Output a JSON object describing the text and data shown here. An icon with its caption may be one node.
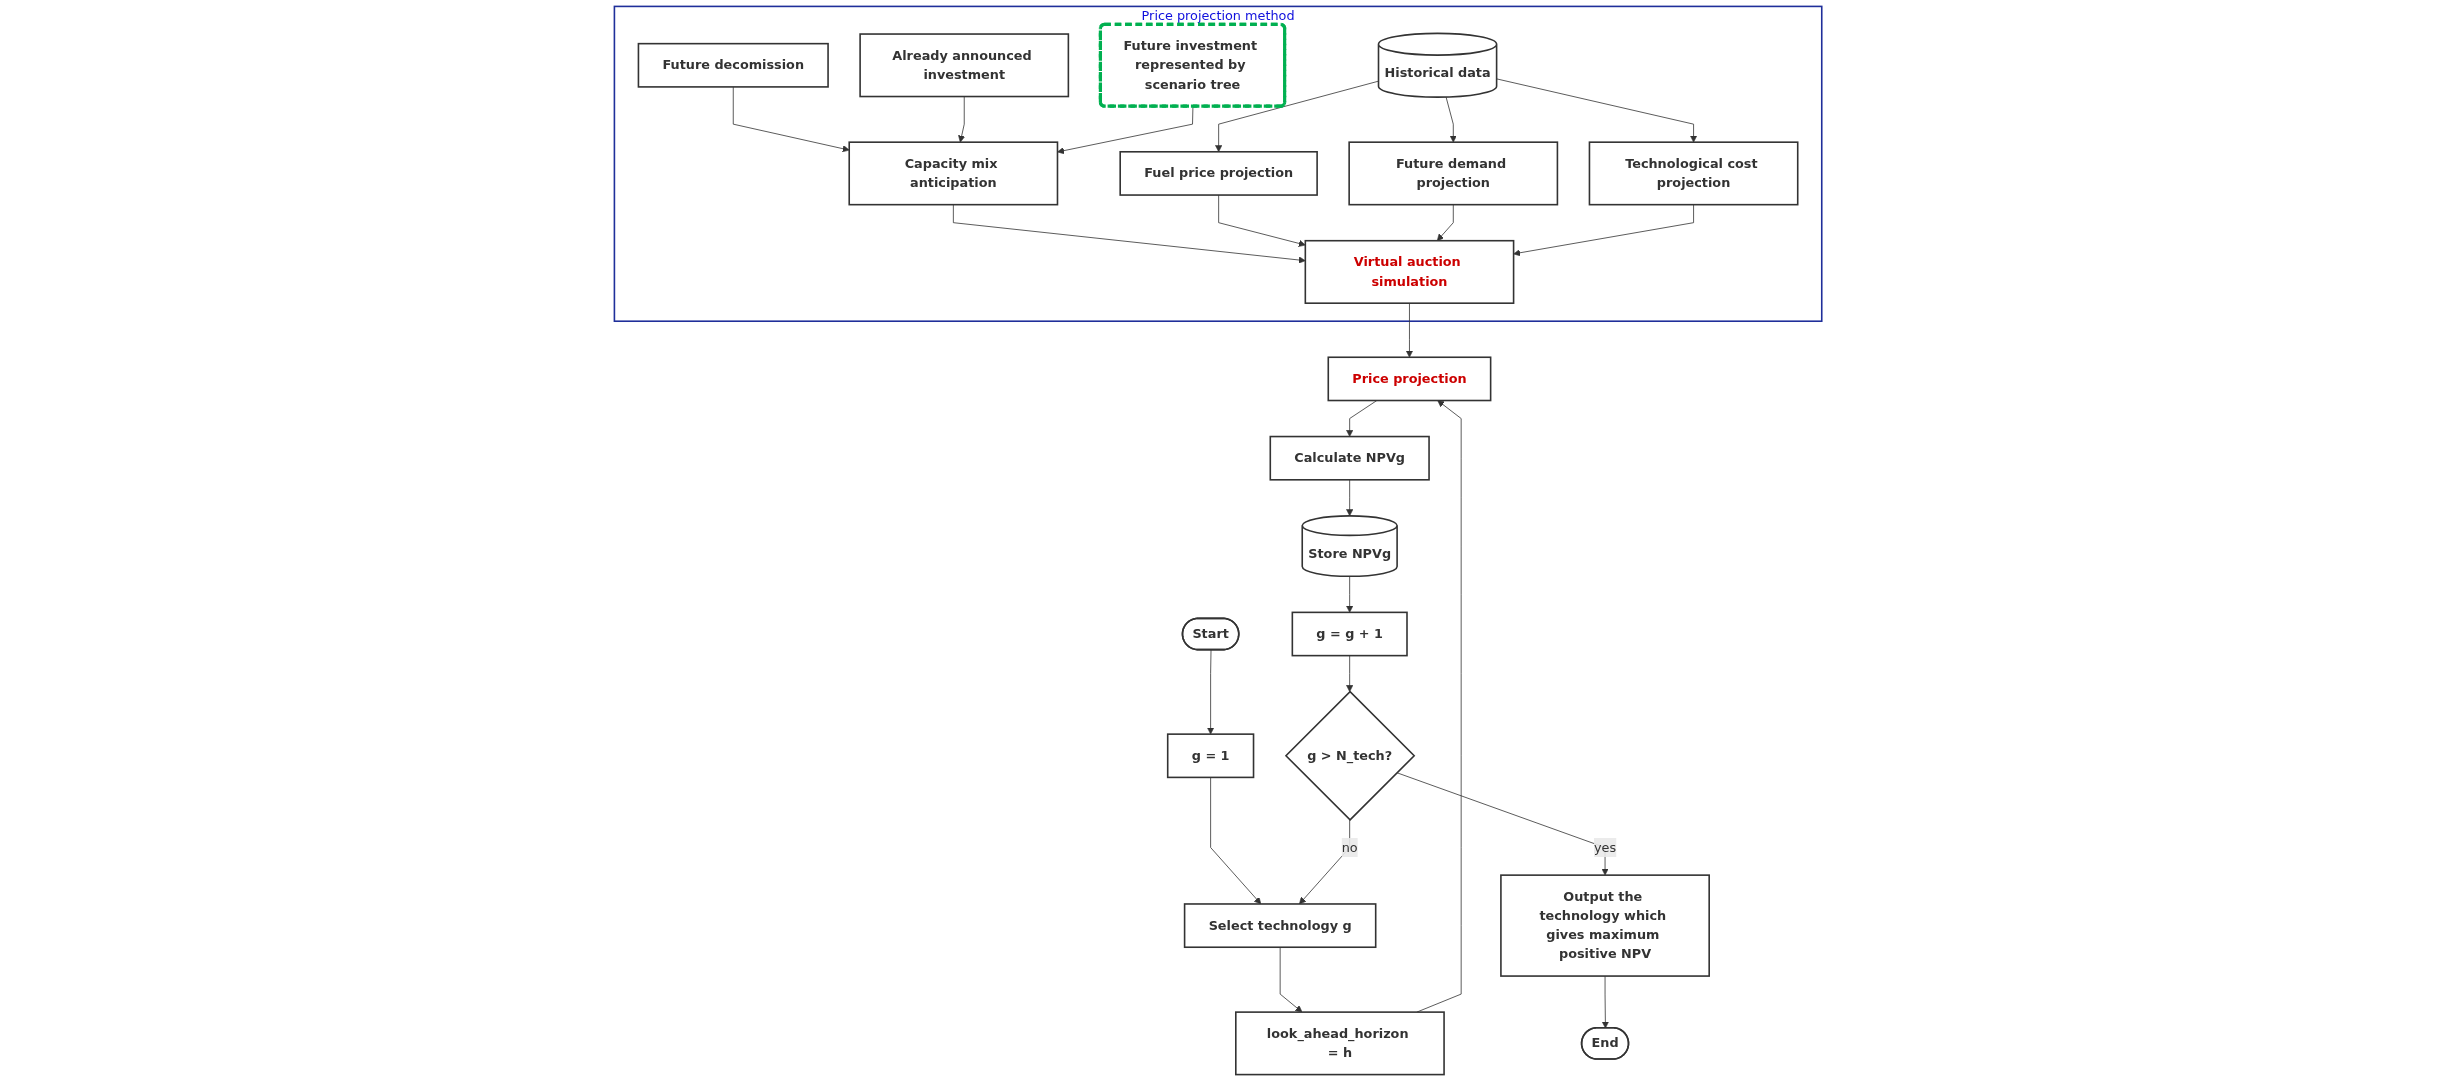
{
  "diagram": {
    "nodes": [
      {
        "text": [
          "Price projection method"
        ]
      },
      {
        "text": [
          "Future decomission"
        ],
        "in": 0
      },
      {
        "text": [
          "Already announced investment"
        ],
        "in": 0
      },
      {
        "text": [
          "Future investment represented by scenario tree"
        ],
        "in": 0
      },
      {
        "text": [
          "Capacity mix anticipation"
        ],
        "in": 0
      },
      {
        "text": [
          "Historical data"
        ],
        "in": 0
      },
      {
        "text": [
          "Fuel price projection"
        ],
        "in": 0
      },
      {
        "text": [
          "Future demand projection"
        ],
        "in": 0
      },
      {
        "text": [
          "Technological cost projection"
        ],
        "in": 0
      },
      {
        "text": [
          "Virtual auction simulation"
        ],
        "in": 0
      },
      {
        "text": [
          "Start"
        ]
      },
      {
        "text": [
          "g = 1"
        ]
      },
      {
        "text": [
          "Select technology g"
        ]
      },
      {
        "text": [
          "look_ahead_horizon = h"
        ]
      },
      {
        "text": [
          "Price projection"
        ]
      },
      {
        "text": [
          "Calculate NPVg"
        ]
      },
      {
        "text": [
          "Store NPVg"
        ]
      },
      {
        "text": [
          "g = g + 1"
        ]
      },
      {
        "text": [
          "g > N_tech?"
        ]
      },
      {
        "text": [
          "Output the technology which gives maximum positive NPV"
        ]
      },
      {
        "text": [
          "End"
        ]
      }
    ],
    "edges": [
      {
        "from": 1,
        "to": 4,
        "arrow": "to"
      },
      {
        "from": 2,
        "to": 4,
        "arrow": "to"
      },
      {
        "from": 3,
        "to": 4,
        "arrow": "to"
      },
      {
        "from": 4,
        "to": 9,
        "arrow": "to"
      },
      {
        "from": 5,
        "to": 6,
        "arrow": "to"
      },
      {
        "from": 5,
        "to": 7,
        "arrow": "to"
      },
      {
        "from": 5,
        "to": 8,
        "arrow": "to"
      },
      {
        "from": 6,
        "to": 9,
        "arrow": "to"
      },
      {
        "from": 7,
        "to": 9,
        "arrow": "to"
      },
      {
        "from": 8,
        "to": 9,
        "arrow": "to"
      },
      {
        "from": 9,
        "to": 14,
        "arrow": "to"
      },
      {
        "from": 10,
        "to": 11,
        "arrow": "to"
      },
      {
        "from": 11,
        "to": 12,
        "arrow": "to"
      },
      {
        "from": 12,
        "to": 13,
        "arrow": "to"
      },
      {
        "from": 13,
        "to": 14,
        "arrow": "to"
      },
      {
        "from": 14,
        "to": 15,
        "arrow": "to"
      },
      {
        "from": 15,
        "to": 16,
        "arrow": "to"
      },
      {
        "from": 16,
        "to": 17,
        "arrow": "to"
      },
      {
        "from": 17,
        "to": 18,
        "arrow": "to"
      },
      {
        "from": 18,
        "to": 12,
        "label": "no",
        "arrow": "to"
      },
      {
        "from": 18,
        "to": 19,
        "label": "yes",
        "arrow": "to"
      },
      {
        "from": 19,
        "to": 20,
        "arrow": "to"
      }
    ]
  }
}
